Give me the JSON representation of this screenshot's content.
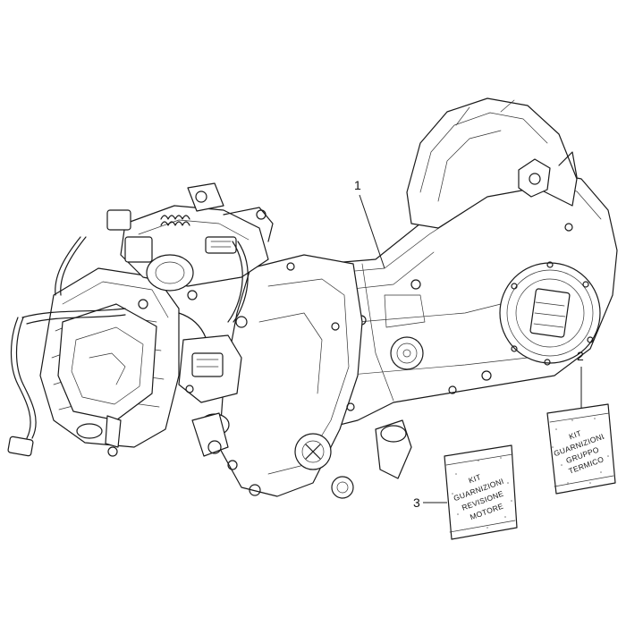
{
  "callouts": [
    {
      "id": "1",
      "label": "1"
    },
    {
      "id": "2",
      "label": "2"
    },
    {
      "id": "3",
      "label": "3"
    }
  ],
  "bag_small": {
    "lines": [
      "KIT",
      "GUARNIZIONI",
      "GRUPPO",
      "TERMICO"
    ]
  },
  "bag_large": {
    "lines": [
      "KIT",
      "GUARNIZIONI",
      "REVISIONE",
      "MOTORE"
    ]
  },
  "colors": {
    "ink": "#1a1a1a",
    "paper": "#ffffff"
  }
}
